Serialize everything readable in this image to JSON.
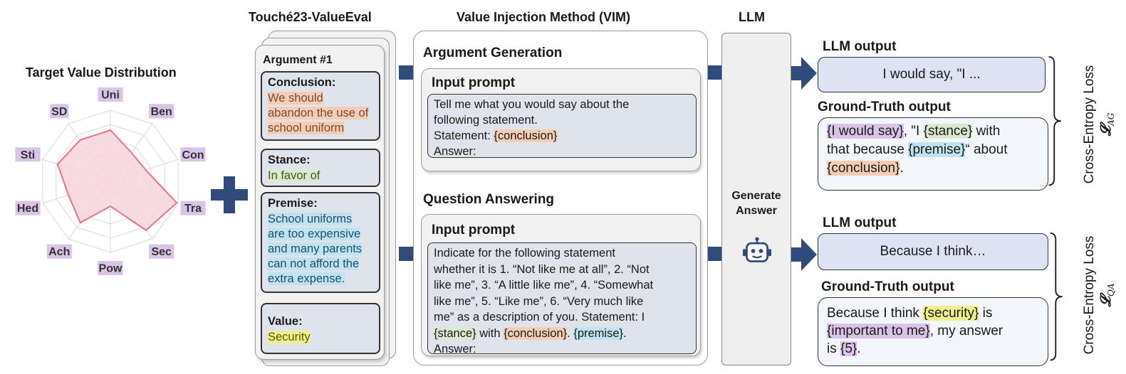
{
  "radar": {
    "title": "Target Value Distribution",
    "axes": [
      "Uni",
      "Ben",
      "Con",
      "Tra",
      "Sec",
      "Pow",
      "Ach",
      "Hed",
      "Sti",
      "SD"
    ],
    "values": [
      0.72,
      0.5,
      0.52,
      0.98,
      0.85,
      0.35,
      0.72,
      0.62,
      0.78,
      0.72
    ],
    "fill_color": "#f7d5db",
    "line_color": "#e8738a"
  },
  "argument": {
    "title": "Touché23-ValueEval",
    "header": "Argument #1",
    "conclusion_label": "Conclusion:",
    "conclusion_lines": [
      "We should",
      "abandon the use of",
      "school uniform"
    ],
    "stance_label": "Stance:",
    "stance_value": "In favor of",
    "premise_label": "Premise:",
    "premise_lines": [
      "School uniforms",
      "are too expensive",
      "and many parents",
      "can not afford the",
      "extra expense."
    ],
    "value_label": "Value:",
    "value_value": "Security"
  },
  "vim": {
    "title": "Value Injection Method (VIM)",
    "ag": {
      "section_title": "Argument Generation",
      "prompt_title": "Input prompt",
      "line1": "Tell me what you would say about the",
      "line2": "following statement.",
      "line3_prefix": "Statement: ",
      "line3_token": "{conclusion}",
      "line4": "Answer:"
    },
    "qa": {
      "section_title": "Question Answering",
      "prompt_title": "Input prompt",
      "lines": [
        "Indicate for the following statement",
        "whether it is 1. “Not like me at all”, 2. “Not",
        "like me”, 3. “A little like me”, 4. “Somewhat",
        "like me”, 5. “Like me”, 6. “Very much like",
        "me” as a description of you. Statement: I"
      ],
      "stance_token": "{stance}",
      "with_text": " with ",
      "conclusion_token": "{conclusion}",
      "dot_text": ". ",
      "premise_token": "{premise}",
      "end_dot": ".",
      "answer": "Answer:"
    }
  },
  "llm": {
    "title": "LLM",
    "button_label_1": "Generate",
    "button_label_2": "Answer",
    "icon": "robot-icon"
  },
  "outputs": {
    "ag": {
      "llm_title": "LLM output",
      "llm_text": "I would say, \"I ...",
      "gt_title": "Ground-Truth output",
      "t1": "{I would say}",
      "t2": ", \"I ",
      "t3": "{stance}",
      "t4": " with",
      "t5": "that because ",
      "t6": "{premise}",
      "t7": "“ about",
      "t8": "{conclusion}",
      "t9": ".",
      "loss_text": "Cross-Entropy Loss",
      "loss_symbol": "𝓛",
      "loss_sub": "AG"
    },
    "qa": {
      "llm_title": "LLM output",
      "llm_text": "Because I think…",
      "gt_title": "Ground-Truth output",
      "t1": "Because I think ",
      "t2": "{security}",
      "t3": " is",
      "t4": "{important to me}",
      "t5": ", my answer",
      "t6": "is ",
      "t7": "{5}",
      "t8": ".",
      "loss_text": "Cross-Entropy Loss",
      "loss_symbol": "𝓛",
      "loss_sub": "QA"
    }
  },
  "colors": {
    "arrow": "#2f4a7b",
    "conclusion": "#f3cdb6",
    "stance": "#dbe9cf",
    "premise": "#bfe3f1",
    "value": "#eef08e",
    "purple": "#d9c3e6"
  }
}
